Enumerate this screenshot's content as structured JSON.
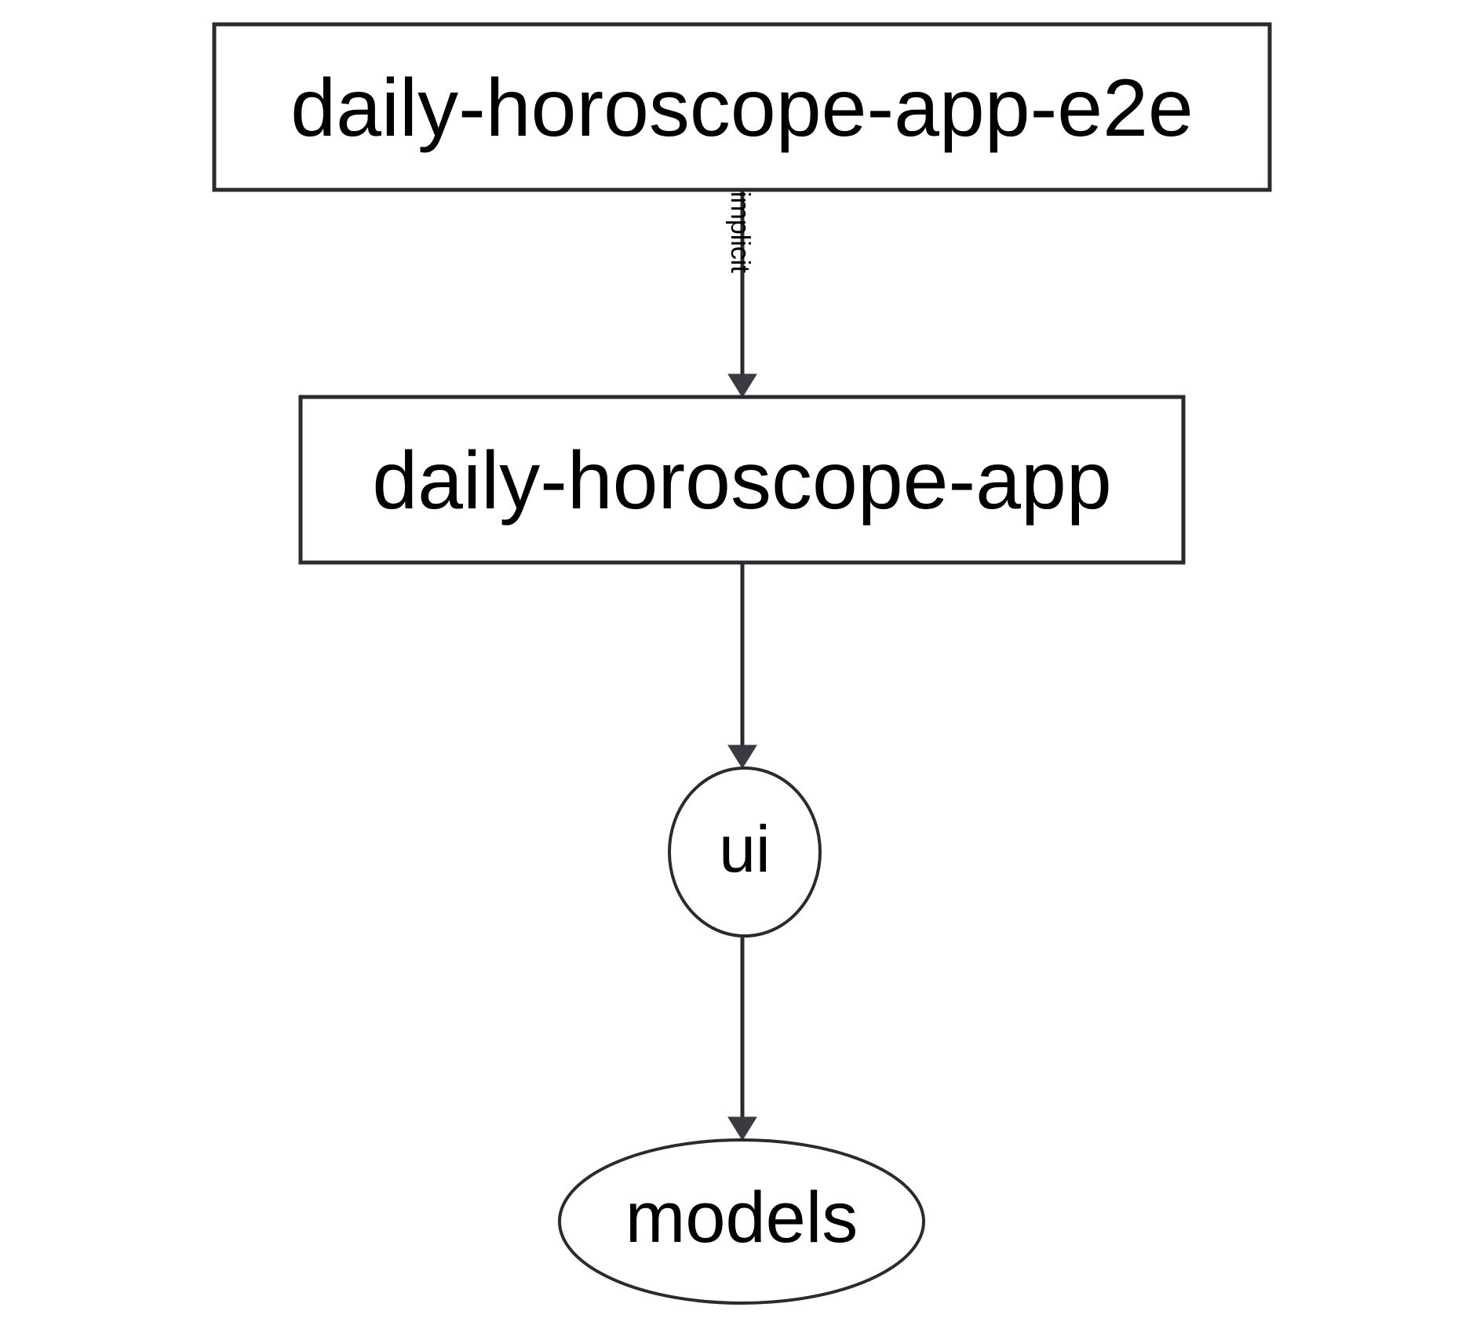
{
  "diagram": {
    "type": "dependency-graph",
    "orientation": "top-to-bottom",
    "background_color": "#ffffff",
    "stroke_color": "#2a2a30",
    "text_color": "#000000",
    "nodes": [
      {
        "id": "daily-horoscope-app-e2e",
        "label": "daily-horoscope-app-e2e",
        "shape": "rectangle"
      },
      {
        "id": "daily-horoscope-app",
        "label": "daily-horoscope-app",
        "shape": "rectangle"
      },
      {
        "id": "ui",
        "label": "ui",
        "shape": "ellipse"
      },
      {
        "id": "models",
        "label": "models",
        "shape": "ellipse"
      }
    ],
    "edges": [
      {
        "from": "daily-horoscope-app-e2e",
        "to": "daily-horoscope-app",
        "label": "implicit",
        "label_rotation": "90deg",
        "arrowhead": "filled-triangle"
      },
      {
        "from": "daily-horoscope-app",
        "to": "ui",
        "label": "",
        "arrowhead": "filled-triangle"
      },
      {
        "from": "ui",
        "to": "models",
        "label": "",
        "arrowhead": "filled-triangle"
      }
    ]
  }
}
